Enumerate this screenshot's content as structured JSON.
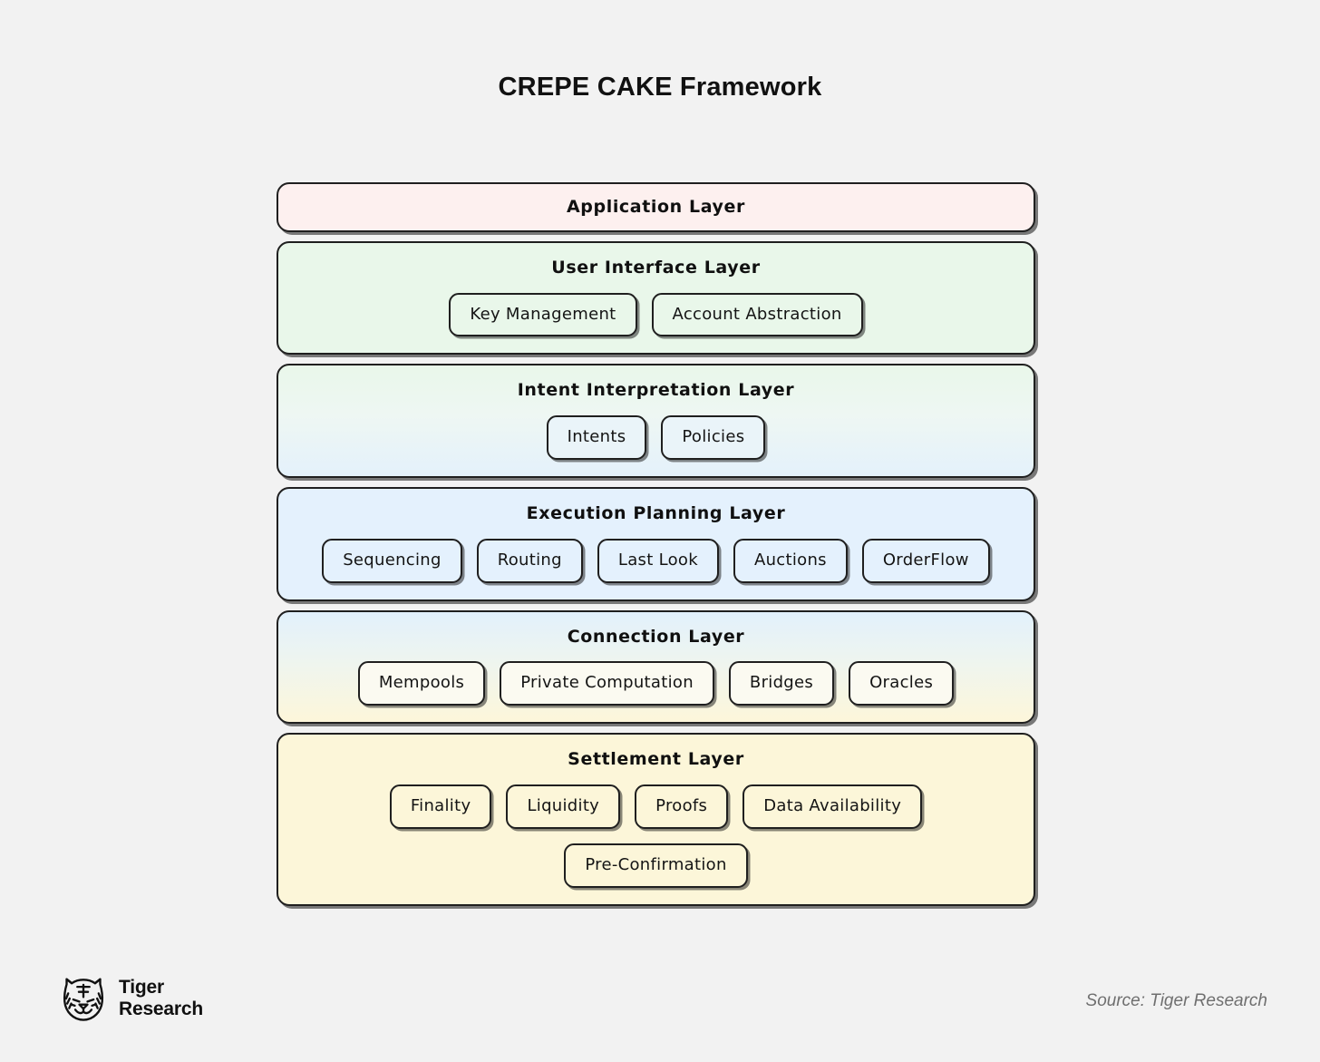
{
  "title": "CREPE CAKE Framework",
  "background_color": "#f2f2f2",
  "layers": [
    {
      "name": "application",
      "title": "Application Layer",
      "fill": "#fdf0ef",
      "items": []
    },
    {
      "name": "user-interface",
      "title": "User Interface Layer",
      "fill": "#e9f7ea",
      "items": [
        "Key Management",
        "Account Abstraction"
      ]
    },
    {
      "name": "intent-interpretation",
      "title": "Intent Interpretation Layer",
      "fill": "linear-gradient green to blue",
      "items": [
        "Intents",
        "Policies"
      ]
    },
    {
      "name": "execution-planning",
      "title": "Execution Planning Layer",
      "fill": "#e4f1fd",
      "items": [
        "Sequencing",
        "Routing",
        "Last Look",
        "Auctions",
        "OrderFlow"
      ]
    },
    {
      "name": "connection",
      "title": "Connection Layer",
      "fill": "linear-gradient blue to yellow",
      "items": [
        "Mempools",
        "Private Computation",
        "Bridges",
        "Oracles"
      ]
    },
    {
      "name": "settlement",
      "title": "Settlement Layer",
      "fill": "#fcf6d9",
      "items": [
        "Finality",
        "Liquidity",
        "Proofs",
        "Data Availability",
        "Pre-Confirmation"
      ]
    }
  ],
  "footer": {
    "logo_icon": "tiger-head-icon",
    "logo_line1": "Tiger",
    "logo_line2": "Research",
    "source": "Source: Tiger Research"
  }
}
